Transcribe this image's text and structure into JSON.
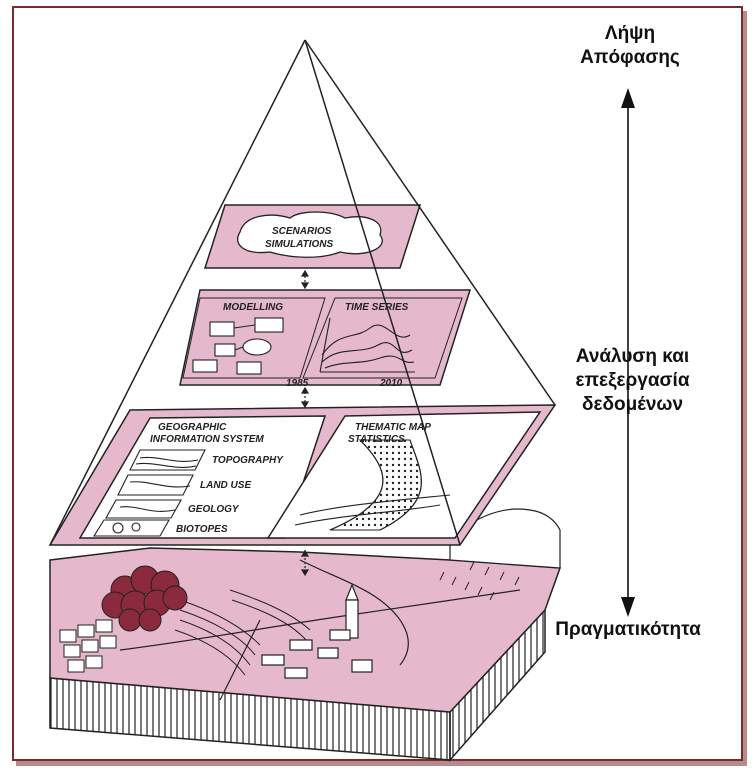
{
  "labels": {
    "top": [
      "Λήψη",
      "Απόφασης"
    ],
    "middle": [
      "Ανάλυση και",
      "επεξεργασία",
      "δεδομένων"
    ],
    "bottom": "Πραγματικότητα"
  },
  "panels": {
    "scenarios": [
      "SCENARIOS",
      "SIMULATIONS"
    ],
    "modelling": "MODELLING",
    "time_series": "TIME SERIES",
    "time_series_start": "1985",
    "time_series_end": "2010",
    "gis": [
      "GEOGRAPHIC",
      "INFORMATION SYSTEM"
    ],
    "thematic": [
      "THEMATIC MAP",
      "STATISTICS"
    ],
    "gis_layers": [
      "TOPOGRAPHY",
      "LAND USE",
      "GEOLOGY",
      "BIOTOPES"
    ]
  },
  "colors": {
    "pink": "#e6b8cc",
    "frame": "#7a2a2a",
    "ink": "#222222",
    "tree": "#8a2a3c"
  }
}
